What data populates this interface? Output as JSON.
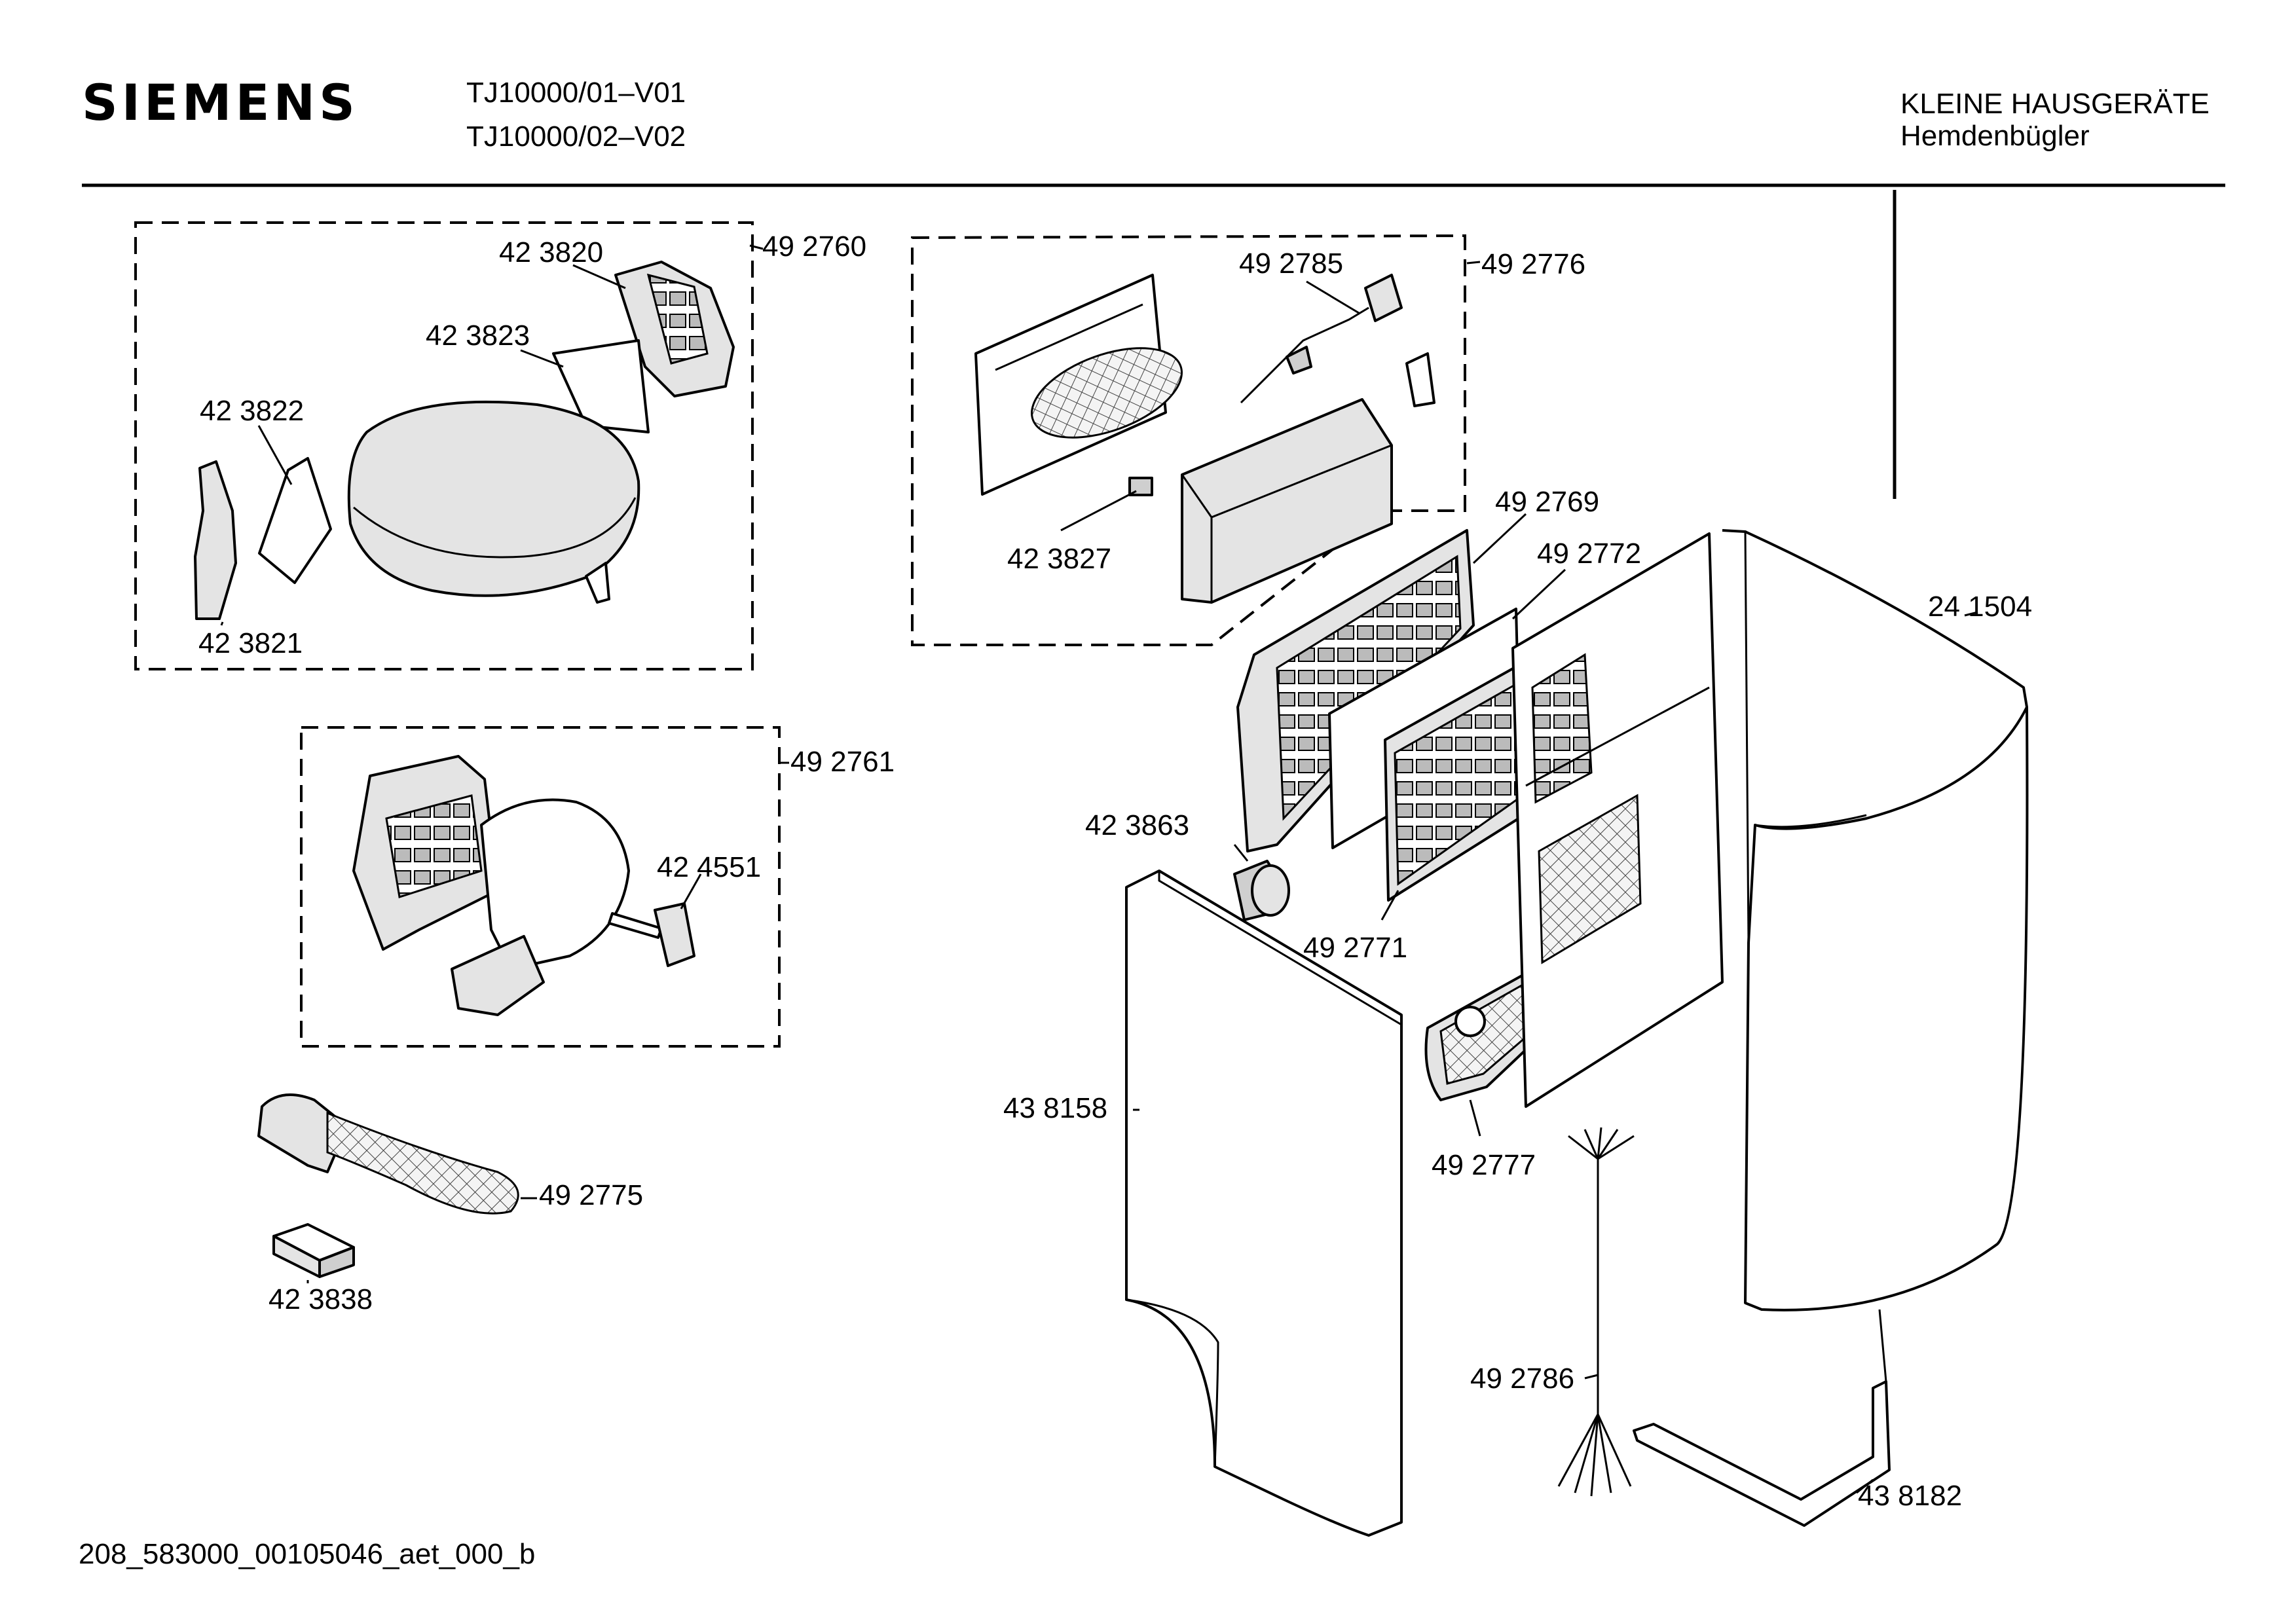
{
  "header": {
    "brand": "SIEMENS",
    "model_1": "TJ10000/01–V01",
    "model_2": "TJ10000/02–V02",
    "category": "KLEINE HAUSGERÄTE",
    "product": "Hemdenbügler"
  },
  "footer": {
    "file_id": "208_583000_00105046_aet_000_b"
  },
  "parts": {
    "p492760": "49 2760",
    "p423820": "42 3820",
    "p423823": "42 3823",
    "p423822": "42 3822",
    "p423821": "42 3821",
    "p492776": "49 2776",
    "p492785": "49 2785",
    "p423827": "42 3827",
    "p492769": "49 2769",
    "p492772": "49 2772",
    "p241504": "24 1504",
    "p492761": "49 2761",
    "p424551": "42 4551",
    "p423863": "42 3863",
    "p492771": "49 2771",
    "p438158": "43 8158",
    "p492777": "49 2777",
    "p492775": "49 2775",
    "p423838": "42 3838",
    "p492786": "49 2786",
    "p438182": "43 8182"
  }
}
